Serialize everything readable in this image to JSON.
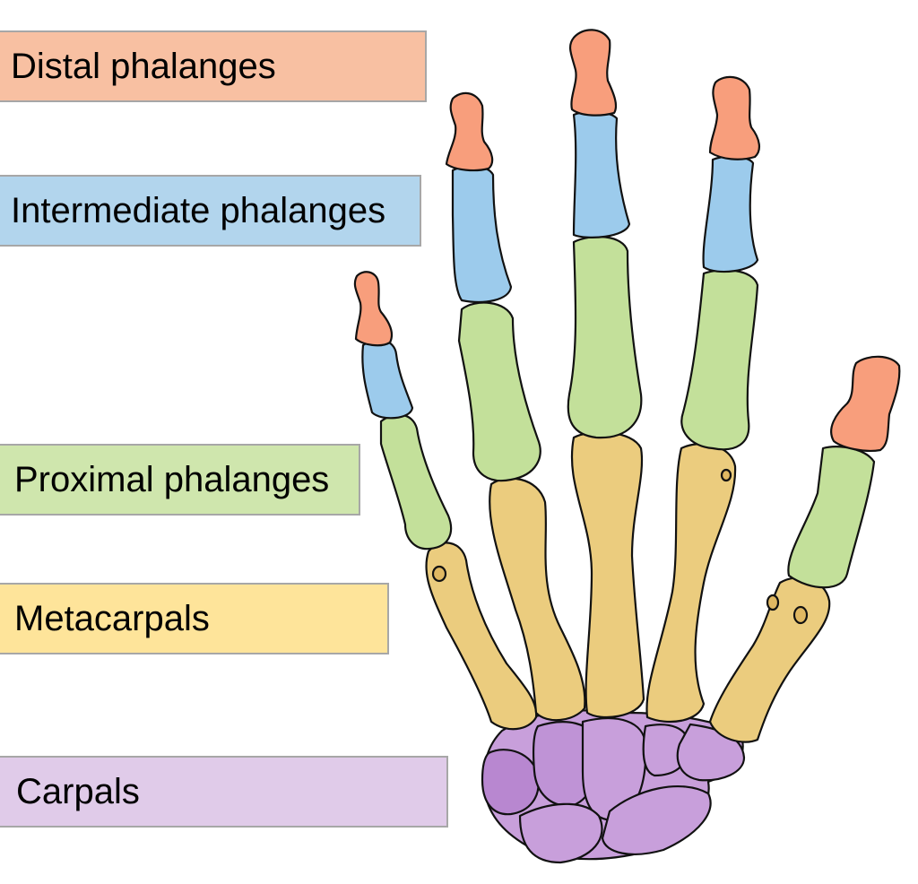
{
  "labels": {
    "distal": "Distal phalanges",
    "intermediate": "Intermediate phalanges",
    "proximal": "Proximal phalanges",
    "metacarpals": "Metacarpals",
    "carpals": "Carpals"
  },
  "colors": {
    "distal_box": "#f8c0a2",
    "intermediate_box": "#b2d5ed",
    "proximal_box": "#cfe6ad",
    "metacarpals_box": "#fee49a",
    "carpals_box": "#e0cbe9",
    "distal_bone": "#f89e7c",
    "intermediate_bone": "#9ccbec",
    "proximal_bone": "#c3e09a",
    "metacarpal_bone": "#ebcc7e",
    "carpal_bone": "#c89fdb"
  }
}
